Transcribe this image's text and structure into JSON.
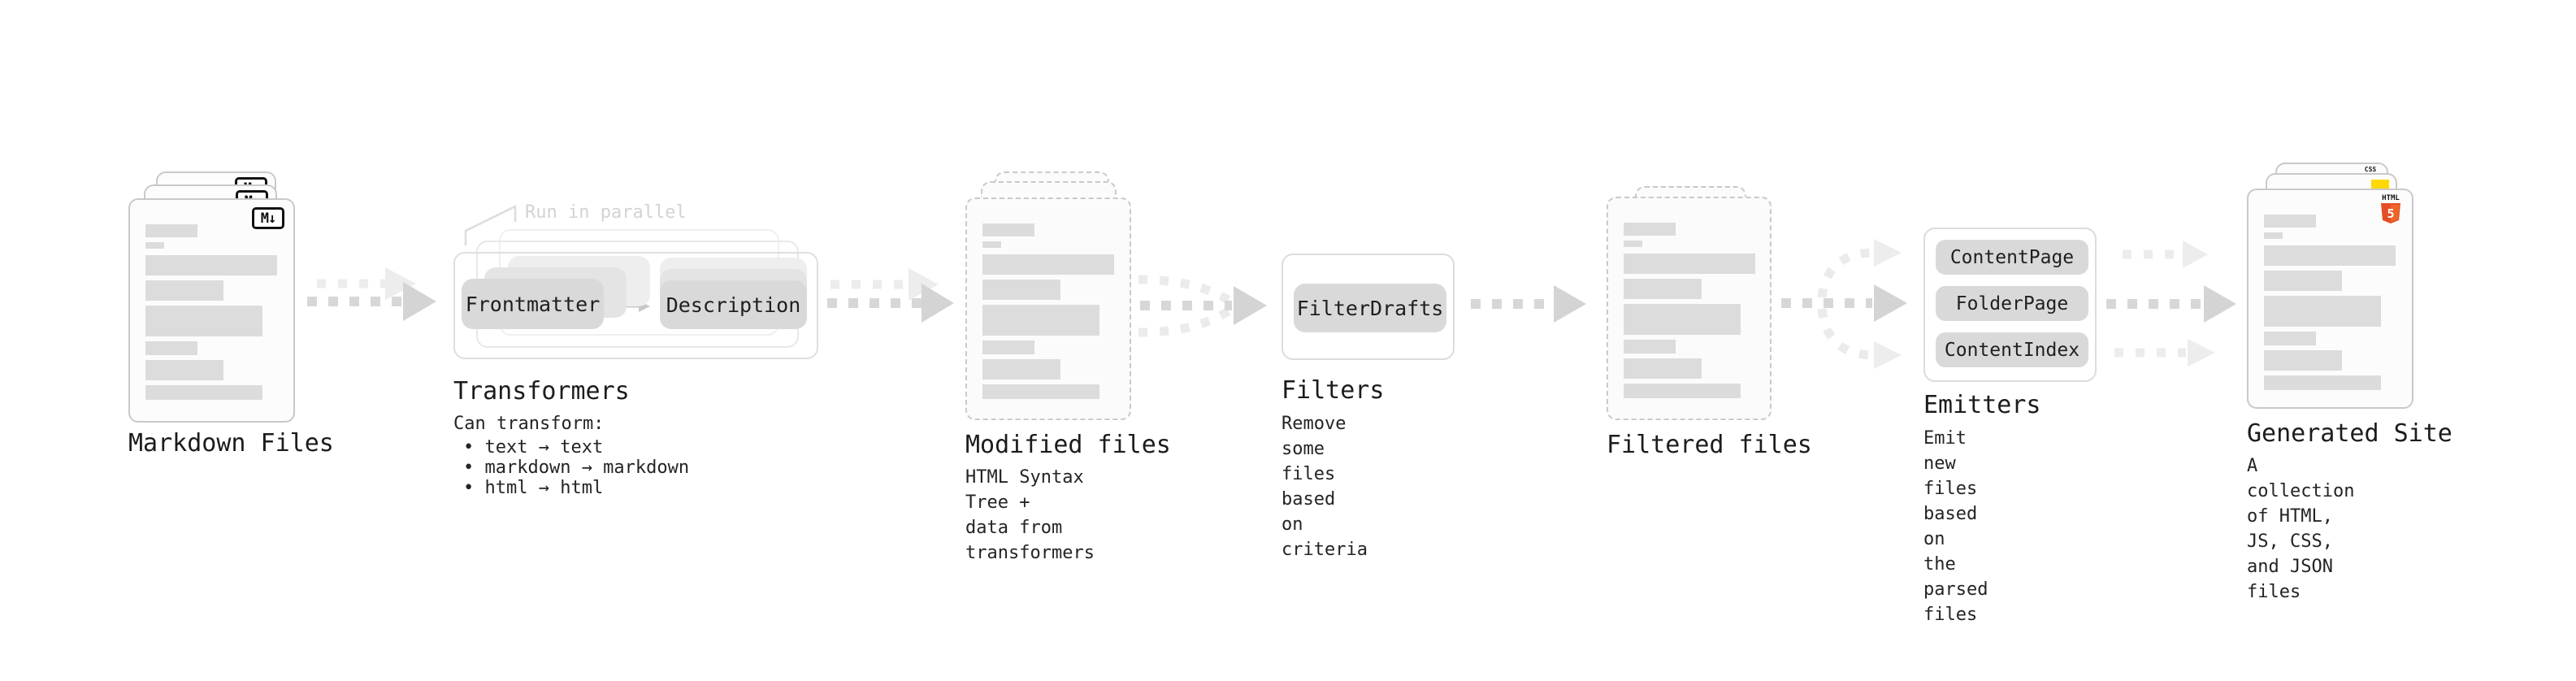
{
  "diagram": {
    "markdown_files": {
      "label": "Markdown Files",
      "badge": "M↓"
    },
    "transformers": {
      "label": "Transformers",
      "annotation": "Run in parallel",
      "left_pill": "Frontmatter",
      "right_pill": "Description",
      "caption_heading": "Can transform:",
      "bullets": [
        "• text → text",
        "• markdown → markdown",
        "• html → html"
      ]
    },
    "modified_files": {
      "label": "Modified files",
      "caption": "HTML Syntax Tree +\ndata from transformers"
    },
    "filters": {
      "label": "Filters",
      "pill": "FilterDrafts",
      "caption": "Remove some files based\non criteria"
    },
    "filtered_files": {
      "label": "Filtered files"
    },
    "emitters": {
      "label": "Emitters",
      "pills": [
        "ContentPage",
        "FolderPage",
        "ContentIndex"
      ],
      "caption": "Emit new files based on\nthe parsed files"
    },
    "generated_site": {
      "label": "Generated Site",
      "caption": "A collection of HTML,\nJS, CSS, and JSON files",
      "css_badge": "CSS",
      "html5_label": "HTML",
      "html5_number": "5"
    }
  },
  "colors": {
    "html5_orange": "#e44d26",
    "html5_orange_light": "#f16529",
    "js_yellow": "#ffd900",
    "css_blue": "#2862e9",
    "dash_dark": "#d7d7d7",
    "dash_light": "#ececec"
  }
}
